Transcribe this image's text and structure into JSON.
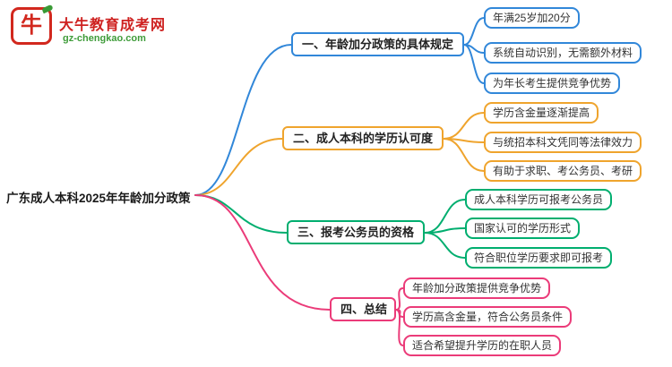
{
  "logo": {
    "site_name": "大牛教育成考网",
    "site_url": "gz-chengkao.com",
    "icon": "bull-logo",
    "icon_glyph": "牛",
    "brand_red": "#ce2120",
    "brand_green": "#3f9c3a"
  },
  "root": {
    "label": "广东成人本科2025年年龄加分政策"
  },
  "colors": {
    "branch1": "#3187d9",
    "branch2": "#efa42d",
    "branch3": "#00ae6f",
    "branch4": "#eb3b79"
  },
  "branches": [
    {
      "label": "一、年龄加分政策的具体规定",
      "color": "#3187d9",
      "children": [
        "年满25岁加20分",
        "系统自动识别，无需额外材料",
        "为年长考生提供竞争优势"
      ]
    },
    {
      "label": "二、成人本科的学历认可度",
      "color": "#efa42d",
      "children": [
        "学历含金量逐渐提高",
        "与统招本科文凭同等法律效力",
        "有助于求职、考公务员、考研"
      ]
    },
    {
      "label": "三、报考公务员的资格",
      "color": "#00ae6f",
      "children": [
        "成人本科学历可报考公务员",
        "国家认可的学历形式",
        "符合职位学历要求即可报考"
      ]
    },
    {
      "label": "四、总结",
      "color": "#eb3b79",
      "children": [
        "年龄加分政策提供竞争优势",
        "学历高含金量，符合公务员条件",
        "适合希望提升学历的在职人员"
      ]
    }
  ]
}
